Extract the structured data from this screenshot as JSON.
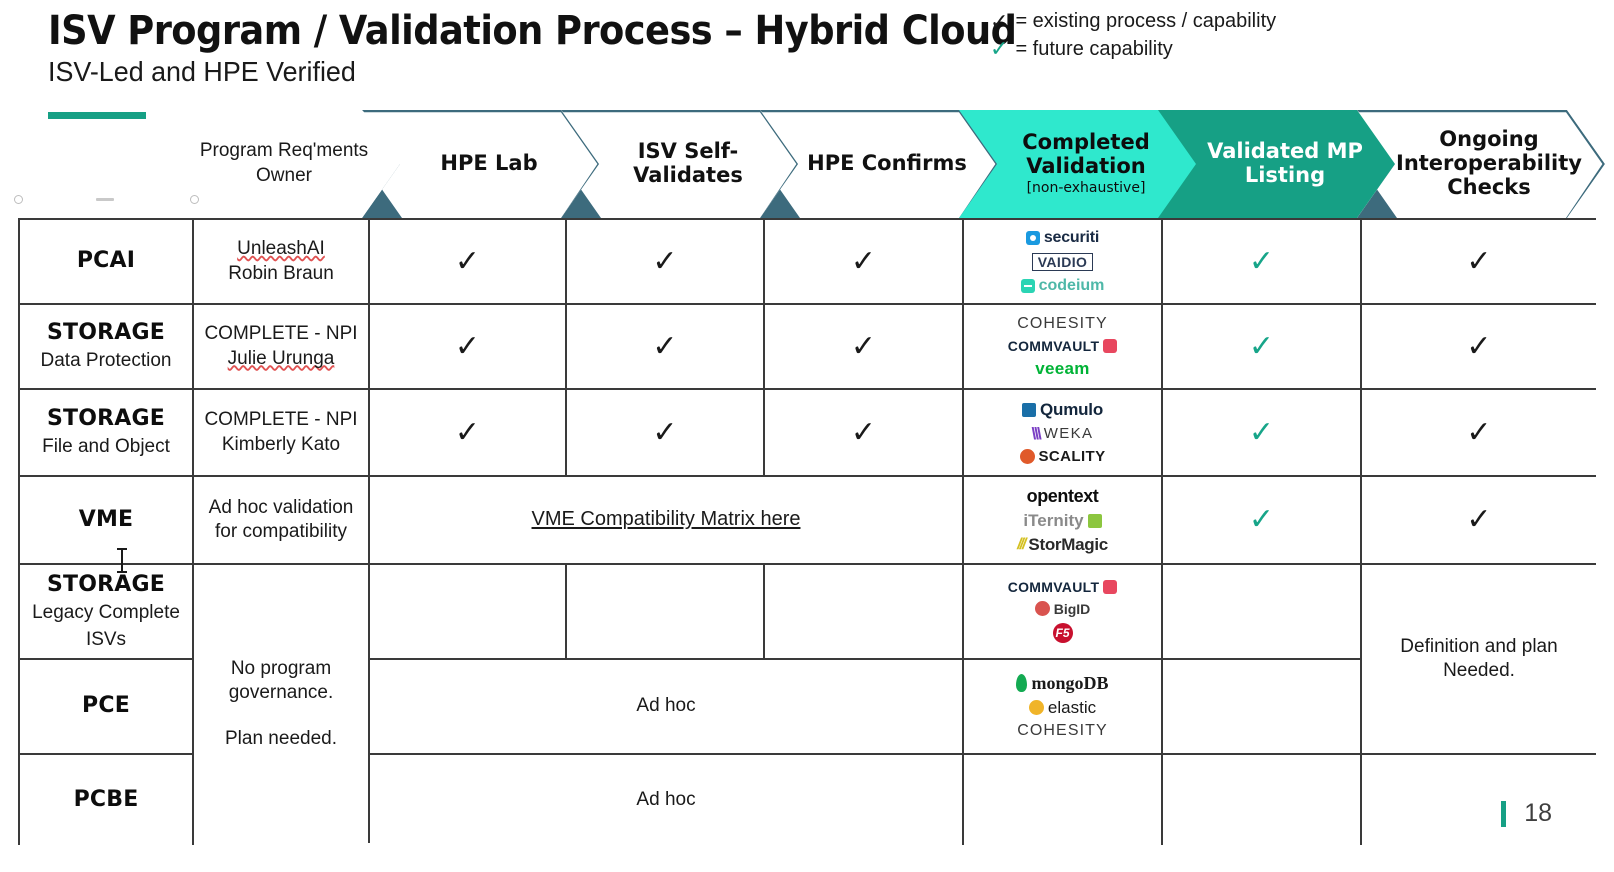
{
  "title": {
    "main": "ISV Program / Validation Process – Hybrid Cloud",
    "sub": "ISV-Led and HPE Verified"
  },
  "legend": [
    {
      "tick": "✓",
      "tick_color": "#1a1a1a",
      "label": "= existing process / capability"
    },
    {
      "tick": "✓",
      "tick_color": "#17A589",
      "label": "= future capability"
    }
  ],
  "colors": {
    "accent_green": "#16A085",
    "chevron_light": "#2FE8CD",
    "chevron_dark": "#16A085",
    "chevron_outline": "#3d6b7d",
    "check_green": "#17A589",
    "check_black": "#1a1a1a",
    "grid_line": "#3a3a3a"
  },
  "header": {
    "owner_label": "Program Req'ments\nOwner",
    "owner_line1": "Program Req'ments",
    "owner_line2": "Owner",
    "stages": [
      {
        "label": "HPE Lab",
        "sub": "",
        "style": "plain"
      },
      {
        "label": "ISV Self-\nValidates",
        "line1": "ISV Self-",
        "line2": "Validates",
        "sub": "",
        "style": "plain"
      },
      {
        "label": "HPE Confirms",
        "sub": "",
        "style": "plain"
      },
      {
        "label": "Completed\nValidation",
        "line1": "Completed",
        "line2": "Validation",
        "sub": "[non-exhaustive]",
        "style": "light"
      },
      {
        "label": "Validated MP\nListing",
        "line1": "Validated MP",
        "line2": "Listing",
        "sub": "",
        "style": "dark"
      },
      {
        "label": "Ongoing\nInteroperability\nChecks",
        "line1": "Ongoing",
        "line2": "Interoperability",
        "line3": "Checks",
        "sub": "",
        "style": "plain"
      }
    ]
  },
  "rows": [
    {
      "name": "PCAI",
      "sub": "",
      "owner_line1": "UnleashAI",
      "owner_line2": "Robin Braun",
      "owner_misspelled_1": true,
      "owner_misspelled_2": false,
      "hpe_lab": "✓",
      "isv_self": "✓",
      "hpe_confirms": "✓",
      "mp_listing": "✓",
      "ongoing": "✓",
      "logos": [
        "securiti",
        "VAIDIO",
        "codeium"
      ]
    },
    {
      "name": "STORAGE",
      "sub": "Data Protection",
      "owner_line1": "COMPLETE - NPI",
      "owner_line2": "Julie Urunga",
      "owner_misspelled_1": false,
      "owner_misspelled_2": true,
      "hpe_lab": "✓",
      "isv_self": "✓",
      "hpe_confirms": "✓",
      "mp_listing": "✓",
      "ongoing": "✓",
      "logos": [
        "COHESITY",
        "COMMVAULT",
        "veeam"
      ]
    },
    {
      "name": "STORAGE",
      "sub": "File and Object",
      "owner_line1": "COMPLETE - NPI",
      "owner_line2": "Kimberly Kato",
      "owner_misspelled_1": false,
      "owner_misspelled_2": false,
      "hpe_lab": "✓",
      "isv_self": "✓",
      "hpe_confirms": "✓",
      "mp_listing": "✓",
      "ongoing": "✓",
      "logos": [
        "Qumulo",
        "WEKA",
        "SCALITY"
      ]
    },
    {
      "name": "VME",
      "sub": "",
      "owner_line1": "Ad hoc validation",
      "owner_line2": "for compatibility",
      "owner_misspelled_1": false,
      "owner_misspelled_2": false,
      "span_link": "VME Compatibility Matrix here",
      "mp_listing": "✓",
      "ongoing": "✓",
      "logos": [
        "opentext",
        "iTernity",
        "StorMagic"
      ]
    },
    {
      "name": "STORAGE",
      "sub": "Legacy Complete\nISVs",
      "sub_line1": "Legacy Complete",
      "sub_line2": "ISVs",
      "hpe_lab": "",
      "isv_self": "",
      "hpe_confirms": "",
      "mp_listing": "",
      "ongoing": "",
      "logos": [
        "COMMVAULT",
        "BigID",
        "F5"
      ]
    },
    {
      "name": "PCE",
      "sub": "",
      "span_text": "Ad hoc",
      "mp_listing": "",
      "ongoing": "",
      "logos": [
        "mongoDB",
        "elastic",
        "COHESITY"
      ]
    },
    {
      "name": "PCBE",
      "sub": "",
      "span_text": "Ad hoc",
      "mp_listing": "",
      "ongoing": "",
      "logos": []
    }
  ],
  "merged_owner_note": {
    "line1": "No program",
    "line2": "governance.",
    "line3": "Plan needed."
  },
  "ongoing_note": {
    "line1": "Definition and plan",
    "line2": "Needed."
  },
  "footer": {
    "slide_number": "18"
  }
}
